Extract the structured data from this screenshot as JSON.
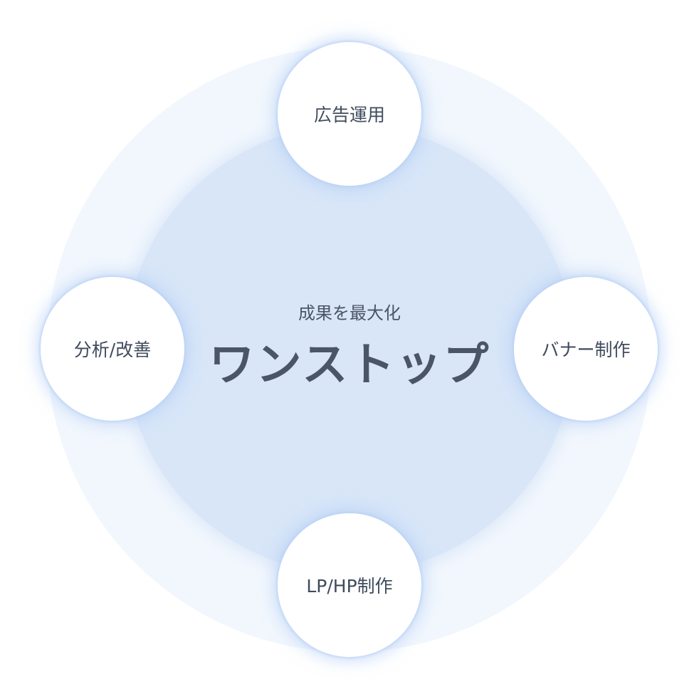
{
  "center": {
    "subtitle": "成果を最大化",
    "title": "ワンストップ"
  },
  "nodes": {
    "top": "広告運用",
    "right": "バナー制作",
    "bottom": "LP/HP制作",
    "left": "分析/改善"
  },
  "colors": {
    "outer": "#f2f7fd",
    "inner": "#d8e6f8",
    "text": "#3f4b5d"
  }
}
